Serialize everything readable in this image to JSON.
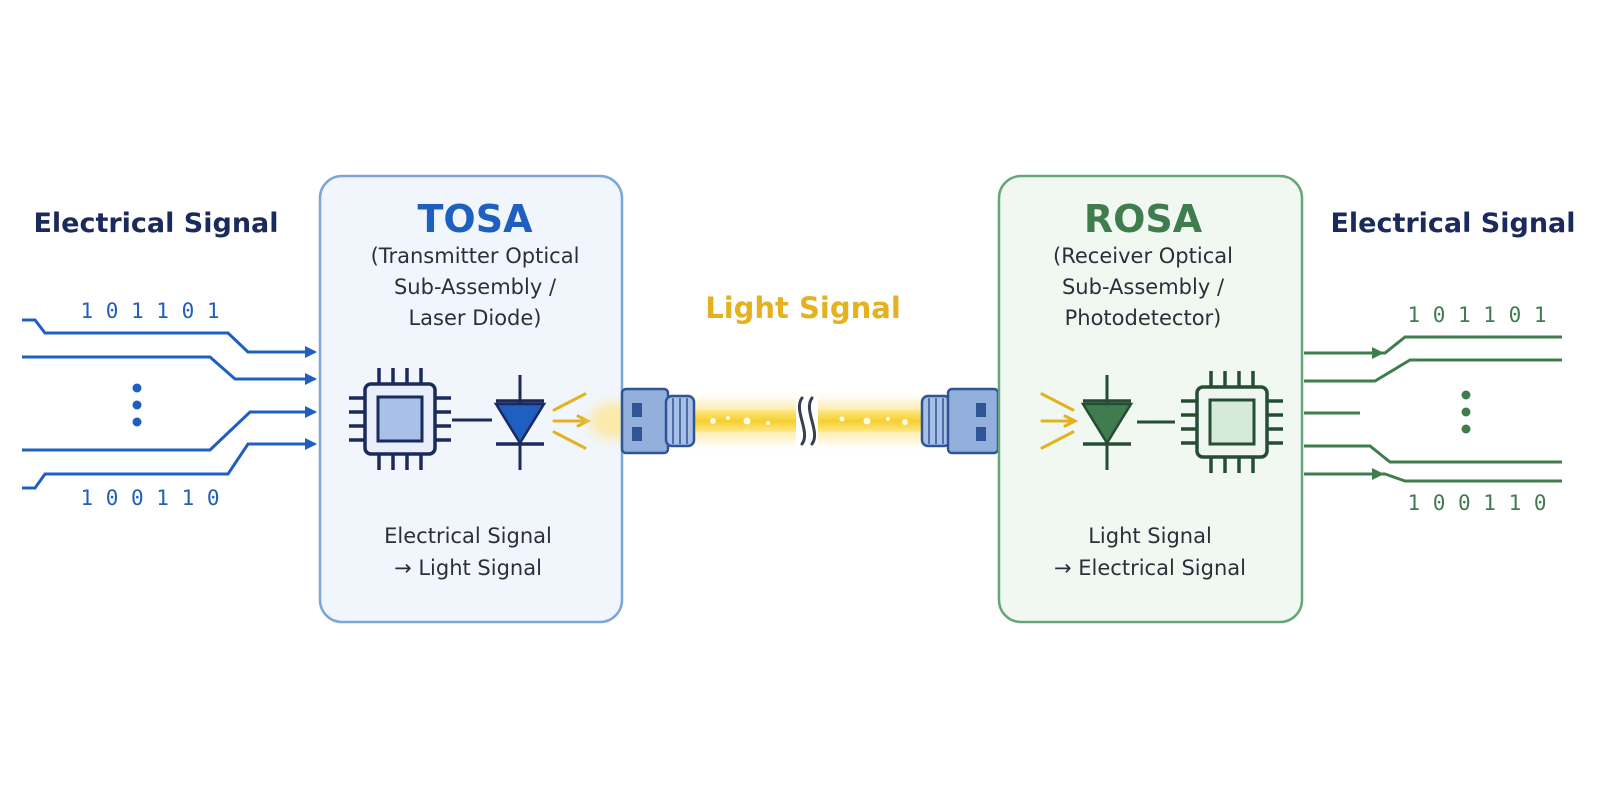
{
  "left_label": "Electrical Signal",
  "right_label": "Electrical Signal",
  "left_bits_top": "1 0 1 1 0 1",
  "left_bits_bottom": "1 0 0 1 1 0",
  "right_bits_top": "1 0 1 1 0 1",
  "right_bits_bottom": "1 0 0 1 1 0",
  "tosa": {
    "title": "TOSA",
    "subtitle_lines": [
      "(Transmitter Optical",
      "Sub-Assembly /",
      "Laser Diode)"
    ],
    "caption_lines": [
      "Electrical Signal",
      "→  Light Signal"
    ]
  },
  "rosa": {
    "title": "ROSA",
    "subtitle_lines": [
      "(Receiver Optical",
      "Sub-Assembly /",
      "Photodetector)"
    ],
    "caption_lines": [
      "Light Signal",
      "→ Electrical Signal"
    ]
  },
  "fiber_label": "Light Signal",
  "colors": {
    "blue": "#1f5fbf",
    "navy": "#1b2a5c",
    "green": "#3f7d4e",
    "yellow": "#e3b21e",
    "tosa_bg": "#f1f6fd",
    "rosa_bg": "#f1f8f2"
  }
}
